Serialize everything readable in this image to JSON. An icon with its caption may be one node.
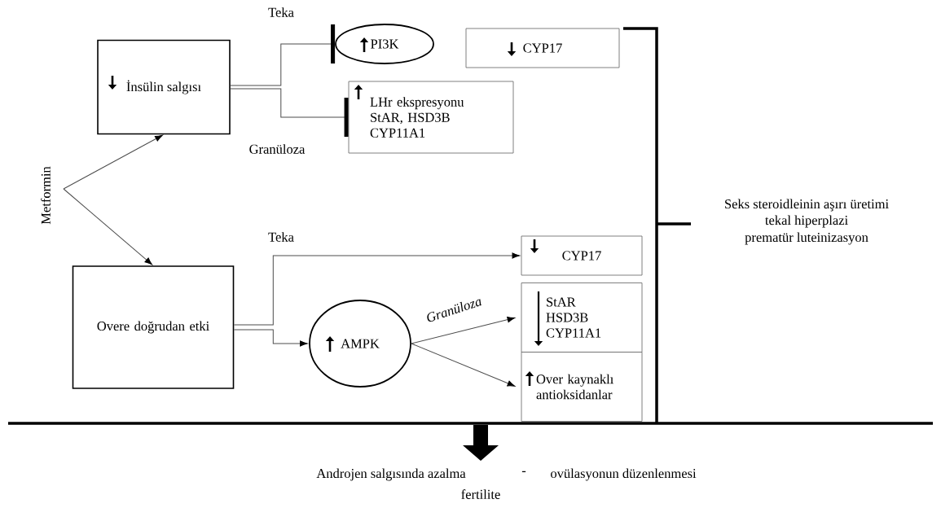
{
  "diagram": {
    "nodes": [
      {
        "text": [
          "Metformin"
        ]
      },
      {
        "text": [
          "İnsülin salgısı"
        ]
      },
      {
        "text": [
          "PI3K"
        ]
      },
      {
        "text": [
          "LHr ekspresyonu StAR, HSD3B CYP11A1"
        ]
      },
      {
        "text": [
          "CYP17"
        ]
      },
      {
        "text": [
          "Overe doğrudan etki"
        ]
      },
      {
        "text": [
          "AMPK"
        ]
      },
      {
        "text": [
          "CYP17"
        ]
      },
      {
        "text": [
          "StAR HSD3B CYP11A1"
        ]
      },
      {
        "text": [
          "Over kaynaklı antioksidanlar"
        ]
      }
    ],
    "edges": [
      {
        "from": 0,
        "to": 1,
        "arrow": "to"
      },
      {
        "from": 0,
        "to": 5,
        "arrow": "to"
      },
      {
        "from": 1,
        "to": 2,
        "arrow": "other",
        "label": "Teka"
      },
      {
        "from": 1,
        "to": 3,
        "arrow": "other",
        "label": "Granüloza"
      },
      {
        "from": 5,
        "to": 7,
        "arrow": "to",
        "label": "Teka"
      },
      {
        "from": 5,
        "to": 6,
        "arrow": "to"
      },
      {
        "from": 6,
        "to": 8,
        "arrow": "to",
        "label": "Granüloza"
      },
      {
        "from": 6,
        "to": 9,
        "arrow": "to"
      }
    ],
    "labels": [
      "Seks steroidleinin aşırı üretimi",
      "tekal hiperplazi",
      "prematür luteinizasyon",
      "Androjen salgısında azalma",
      "-",
      "ovülasyonun düzenlenmesi",
      "fertilite"
    ]
  }
}
